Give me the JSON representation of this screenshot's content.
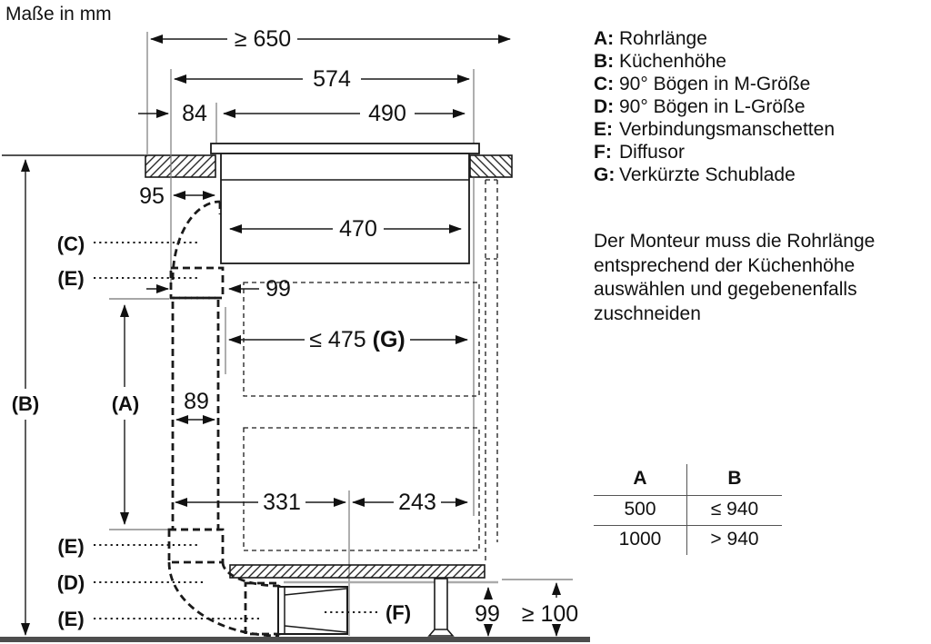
{
  "title": "Maße in mm",
  "legend": [
    {
      "key": "A:",
      "label": "Rohrlänge"
    },
    {
      "key": "B:",
      "label": "Küchenhöhe"
    },
    {
      "key": "C:",
      "label": "90° Bögen in M-Größe"
    },
    {
      "key": "D:",
      "label": "90° Bögen in L-Größe"
    },
    {
      "key": "E:",
      "label": "Verbindungsmanschetten"
    },
    {
      "key": "F:",
      "label": "Diffusor"
    },
    {
      "key": "G:",
      "label": "Verkürzte Schublade"
    }
  ],
  "note": "Der Monteur muss die Rohrlänge entsprechend der Küchenhöhe auswählen und gegebenenfalls zuschneiden",
  "table": {
    "col_a": "A",
    "col_b": "B",
    "rows": [
      {
        "a": "500",
        "b": "≤ 940"
      },
      {
        "a": "1000",
        "b": "> 940"
      }
    ]
  },
  "dims": {
    "worktop_min": "≥ 650",
    "unit_width": "574",
    "offset_left": "84",
    "cutout_width": "490",
    "rear_gap": "95",
    "inner_width": "470",
    "duct_depth_top": "99",
    "drawer_max": "≤ 475",
    "duct_width": "89",
    "dist_left": "331",
    "dist_right": "243",
    "plinth_height": "99",
    "plinth_min": "≥ 100"
  },
  "callouts": {
    "a": "(A)",
    "b": "(B)",
    "c": "(C)",
    "d": "(D)",
    "e_top": "(E)",
    "e_mid": "(E)",
    "e_bottom": "(E)",
    "f": "(F)",
    "g": "(G)"
  },
  "colors": {
    "duct_fill": "#d2d2d2",
    "floor": "#4d4d4d",
    "line": "#1a1a1a"
  }
}
